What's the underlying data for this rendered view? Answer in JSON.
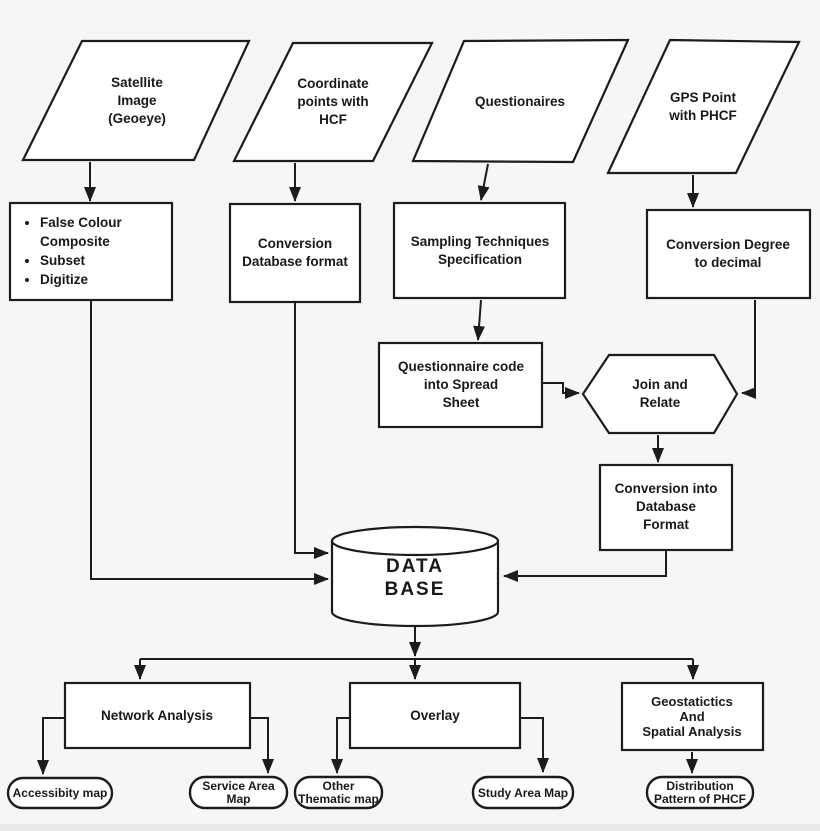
{
  "title": "GIS data processing flowchart",
  "colors": {
    "background": "#f6f6f6",
    "shape_fill": "#ffffff",
    "stroke": "#1c1c1c",
    "text": "#191919"
  },
  "nodes": {
    "satellite": {
      "label": "Satellite\nImage\n(Geoeye)"
    },
    "coordinate": {
      "label": "Coordinate\npoints with\nHCF"
    },
    "questionnaires": {
      "label": "Questionaires"
    },
    "gps": {
      "label": "GPS Point\nwith PHCF"
    },
    "preprocess": {
      "items": [
        "False Colour\nComposite",
        "Subset",
        "Digitize"
      ]
    },
    "conversion_db": {
      "label": "Conversion\nDatabase format"
    },
    "sampling": {
      "label": "Sampling Techniques\nSpecification"
    },
    "conversion_degree": {
      "label": "Conversion Degree\nto decimal"
    },
    "questionnaire_code": {
      "label": "Questionnaire code\ninto Spread\nSheet"
    },
    "join_relate": {
      "label": "Join and\nRelate"
    },
    "conversion_into_db": {
      "label": "Conversion into\nDatabase\nFormat"
    },
    "database": {
      "label": "DATA\nBASE"
    },
    "network_analysis": {
      "label": "Network Analysis"
    },
    "overlay": {
      "label": "Overlay"
    },
    "geostatistics": {
      "label": "Geostatictics\nAnd\nSpatial Analysis"
    },
    "accessibility_map": {
      "label": "Accessibity map"
    },
    "service_area_map": {
      "label": "Service Area\nMap"
    },
    "other_thematic_map": {
      "label": "Other\nThematic map"
    },
    "study_area_map": {
      "label": "Study Area Map"
    },
    "distribution_pattern": {
      "label": "Distribution\nPattern of PHCF"
    }
  }
}
